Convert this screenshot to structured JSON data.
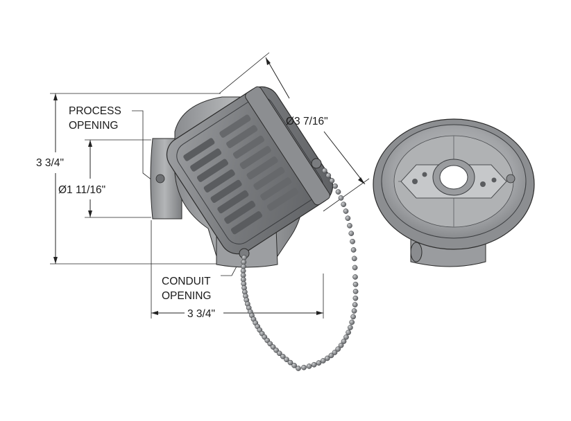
{
  "labels": {
    "process_opening_line1": "PROCESS",
    "process_opening_line2": "OPENING",
    "conduit_opening_line1": "CONDUIT",
    "conduit_opening_line2": "OPENING",
    "height_dim": "3 3/4\"",
    "width_dim": "3 3/4\"",
    "process_diameter_dim": "Ø1 11/16\"",
    "cover_diameter_dim": "Ø3 7/16\""
  },
  "colors": {
    "housing_light": "#a9abad",
    "housing_mid": "#8d8f92",
    "housing_dark": "#5f6164",
    "outline": "#2a2a2a",
    "background": "#ffffff"
  }
}
